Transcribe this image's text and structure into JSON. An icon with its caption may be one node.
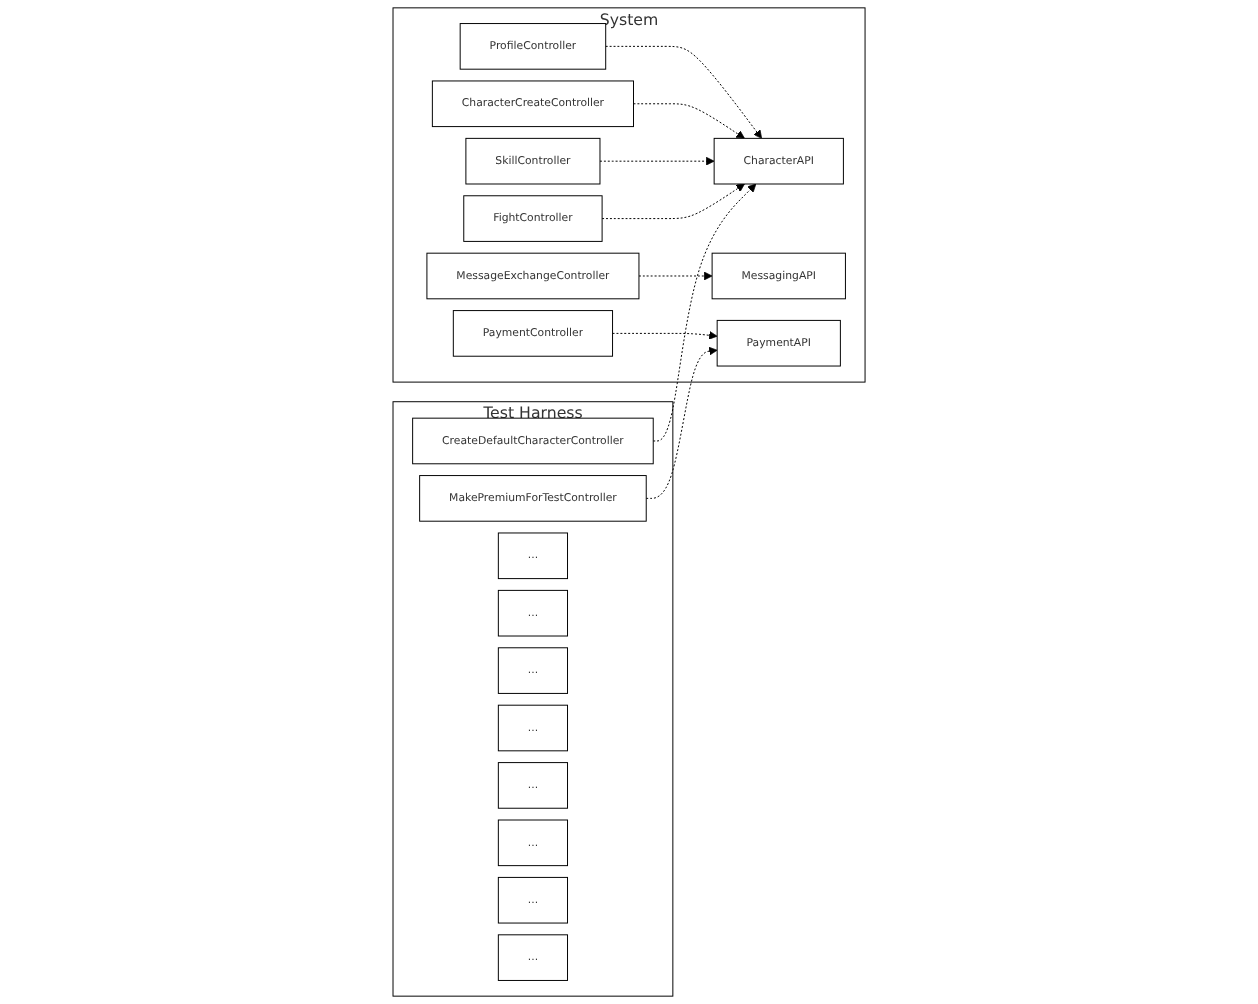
{
  "diagram": {
    "nodes": [
      {
        "text": [
          "Test Harness"
        ]
      },
      {
        "text": [
          "System"
        ]
      },
      {
        "text": [
          "CreateDefaultCharacterController"
        ],
        "in": 0
      },
      {
        "text": [
          "ProfileController"
        ],
        "in": 1
      },
      {
        "text": [
          "CharacterCreateController"
        ],
        "in": 1
      },
      {
        "text": [
          "SkillController"
        ],
        "in": 1
      },
      {
        "text": [
          "FightController"
        ],
        "in": 1
      },
      {
        "text": [
          "CharacterAPI"
        ],
        "in": 1
      },
      {
        "text": [
          "MessageExchangeController"
        ],
        "in": 1
      },
      {
        "text": [
          "MessagingAPI"
        ],
        "in": 1
      },
      {
        "text": [
          "PaymentController"
        ],
        "in": 1
      },
      {
        "text": [
          "PaymentAPI"
        ],
        "in": 1
      },
      {
        "text": [
          "MakePremiumForTestController"
        ],
        "in": 0
      },
      {
        "text": [
          "..."
        ],
        "in": 0
      },
      {
        "text": [
          "..."
        ],
        "in": 0
      },
      {
        "text": [
          "..."
        ],
        "in": 0
      },
      {
        "text": [
          "..."
        ],
        "in": 0
      },
      {
        "text": [
          "..."
        ],
        "in": 0
      },
      {
        "text": [
          "..."
        ],
        "in": 0
      },
      {
        "text": [
          "..."
        ],
        "in": 0
      },
      {
        "text": [
          "..."
        ],
        "in": 0
      }
    ],
    "edges": [
      {
        "from": 3,
        "to": 7,
        "arrow": "to",
        "style": "dashed"
      },
      {
        "from": 4,
        "to": 7,
        "arrow": "to",
        "style": "dashed"
      },
      {
        "from": 5,
        "to": 7,
        "arrow": "to",
        "style": "dashed"
      },
      {
        "from": 6,
        "to": 7,
        "arrow": "to",
        "style": "dashed"
      },
      {
        "from": 2,
        "to": 7,
        "arrow": "to",
        "style": "dashed"
      },
      {
        "from": 8,
        "to": 9,
        "arrow": "to",
        "style": "dashed"
      },
      {
        "from": 10,
        "to": 11,
        "arrow": "to",
        "style": "dashed"
      },
      {
        "from": 12,
        "to": 11,
        "arrow": "to",
        "style": "dashed"
      }
    ]
  }
}
